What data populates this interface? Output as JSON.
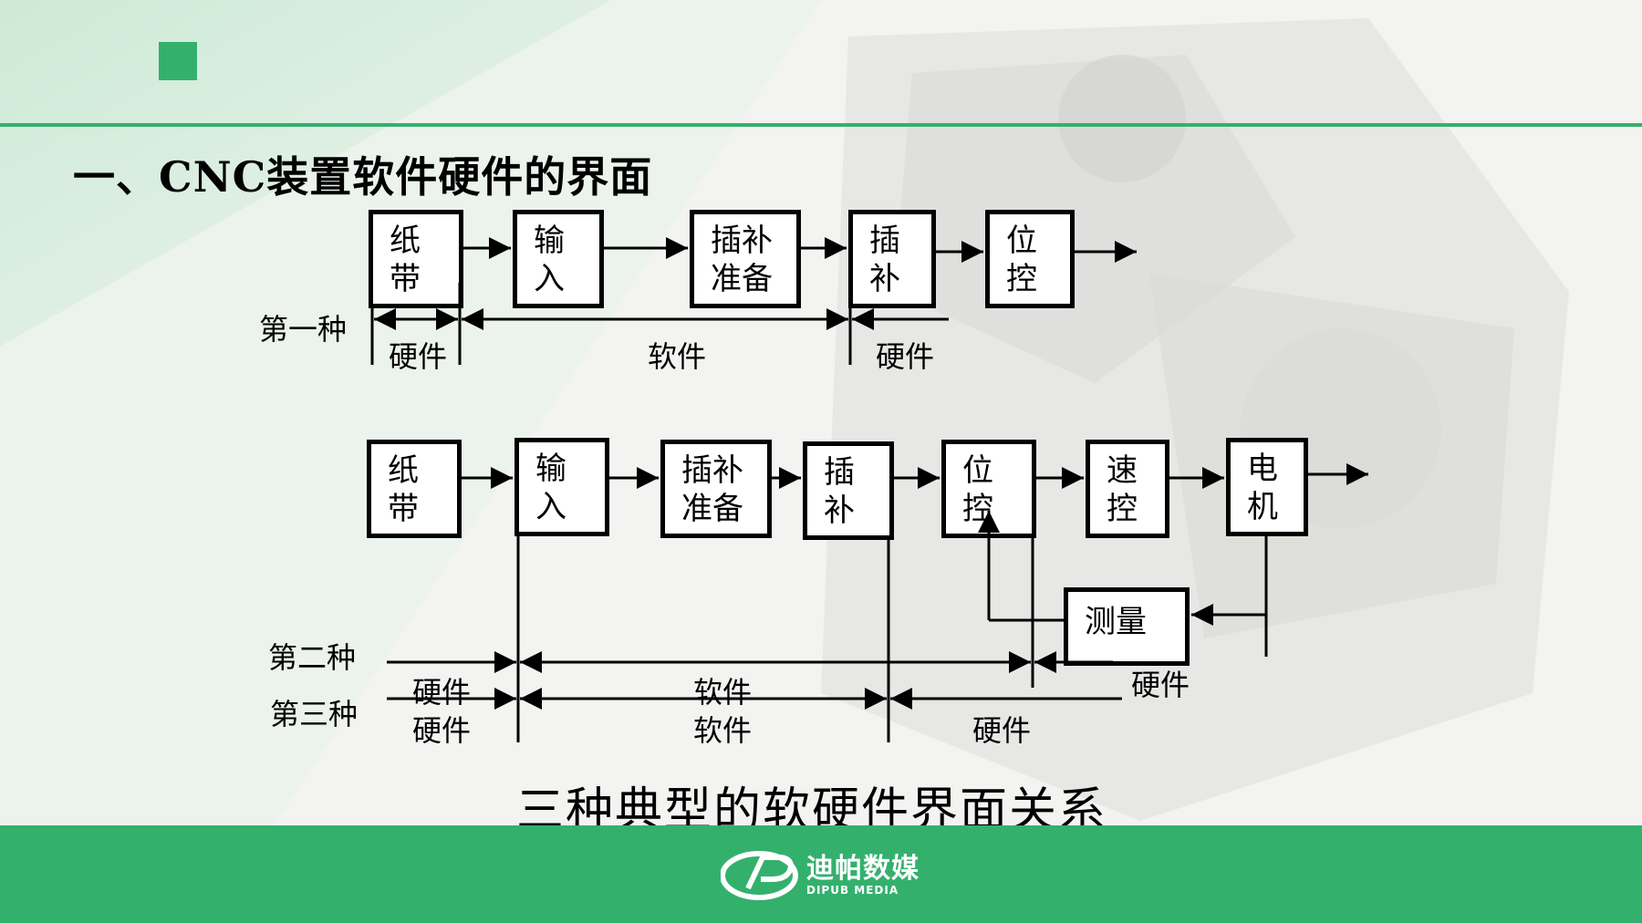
{
  "slide": {
    "title": "一、CNC装置软件硬件的界面",
    "caption": "三种典型的软硬件界面关系",
    "accent_color": "#34b06d"
  },
  "row1": {
    "label": "第一种",
    "blocks": [
      "纸\n带",
      "输\n入",
      "插补\n准备",
      "插\n补",
      "位\n控"
    ],
    "segments": [
      "硬件",
      "软件",
      "硬件"
    ]
  },
  "row2": {
    "blocks": [
      "纸\n带",
      "输\n入",
      "插补\n准备",
      "插\n补",
      "位\n控",
      "速\n控",
      "电\n机"
    ],
    "measure": "测量"
  },
  "row3": {
    "label": "第二种",
    "segments": [
      "硬件",
      "软件",
      "硬件"
    ]
  },
  "row4": {
    "label": "第三种",
    "segments": [
      "硬件",
      "软件",
      "硬件"
    ]
  },
  "footer": {
    "logo_cn": "迪帕数媒",
    "logo_en": "DIPUB MEDIA",
    "logo_icon": "dipub-logo-icon"
  }
}
